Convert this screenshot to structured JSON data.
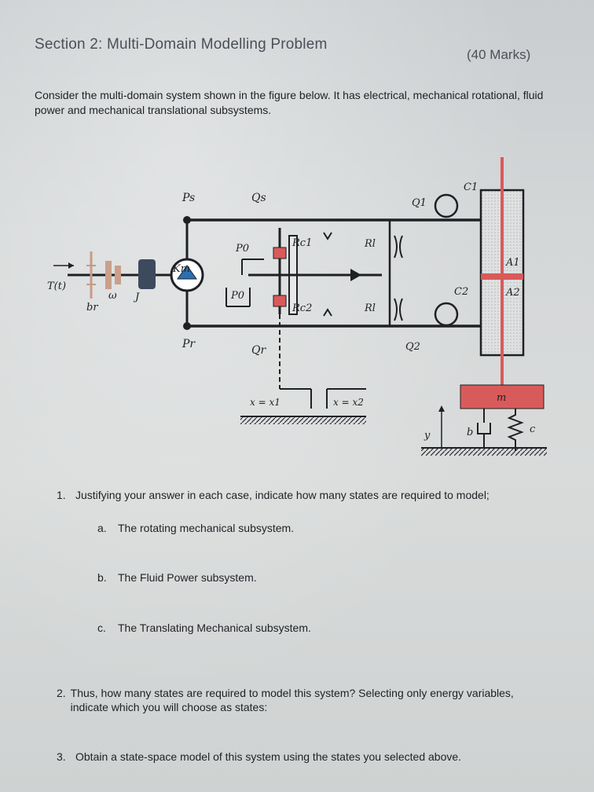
{
  "header": {
    "title": "Section 2: Multi-Domain Modelling Problem",
    "marks": "(40 Marks)"
  },
  "intro": "Consider the multi-domain system shown in the figure below. It has electrical, mechanical rotational, fluid power and mechanical translational subsystems.",
  "figure": {
    "labels": {
      "Ps": "Ps",
      "Qs": "Qs",
      "Q1": "Q1",
      "C1": "C1",
      "P0_top": "P0",
      "Rc1": "Rc1",
      "Rl_top": "Rl",
      "A1": "A1",
      "Km": "Km",
      "T": "T(t)",
      "omega": "ω",
      "J": "J",
      "br": "br",
      "P0_bot": "P0",
      "Rc2": "Rc2",
      "Rl_bot": "Rl",
      "C2": "C2",
      "A2": "A2",
      "Pr": "Pr",
      "Qr": "Qr",
      "Q2": "Q2",
      "x1": "x = x1",
      "x2": "x = x2",
      "m": "m",
      "y": "y",
      "b": "b",
      "c": "c"
    }
  },
  "questions": {
    "q1": {
      "num": "1.",
      "text": "Justifying your answer in each case, indicate how many states are required to model;"
    },
    "qa": {
      "num": "a.",
      "text": "The rotating mechanical subsystem."
    },
    "qb": {
      "num": "b.",
      "text": "The Fluid Power subsystem."
    },
    "qc": {
      "num": "c.",
      "text": "The Translating Mechanical subsystem."
    },
    "q2": {
      "num": "2.",
      "text": "Thus, how many states are required to model this system? Selecting only energy variables, indicate which you will choose as states:"
    },
    "q3": {
      "num": "3.",
      "text": "Obtain a state-space model of this system using the states you selected above."
    }
  }
}
